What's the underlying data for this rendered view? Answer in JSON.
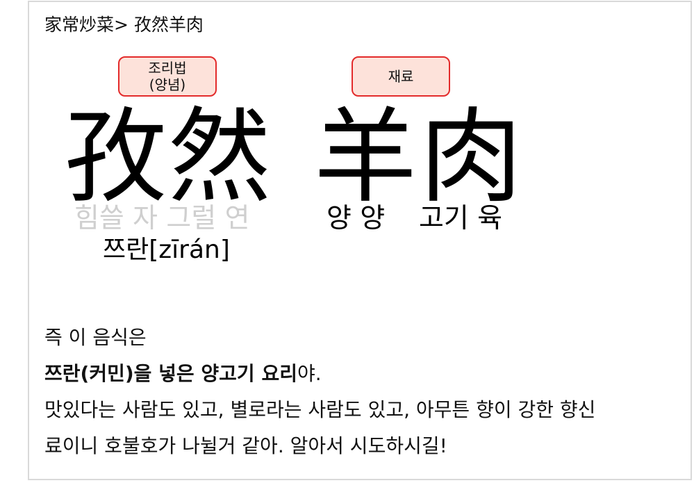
{
  "breadcrumb": "家常炒菜> 孜然羊肉",
  "tags": {
    "recipe_line1": "조리법",
    "recipe_line2": "(양념)",
    "ingredient": "재료"
  },
  "title": {
    "word1": "孜然",
    "word2": "羊肉"
  },
  "readings": {
    "word1_korean": "힘쓸 자  그럴 연",
    "yang": "양 양",
    "gogi": "고기 육",
    "pinyin": "쯔란[zīrán]"
  },
  "description": {
    "line1": "즉 이 음식은",
    "line2_bold": "쯔란(커민)을 넣은 양고기 요리",
    "line2_rest": "야.",
    "line3": "맛있다는 사람도 있고, 별로라는 사람도 있고, 아무튼 향이 강한 향신",
    "line4": "료이니 호불호가 나뉠거 같아. 알아서 시도하시길!"
  }
}
